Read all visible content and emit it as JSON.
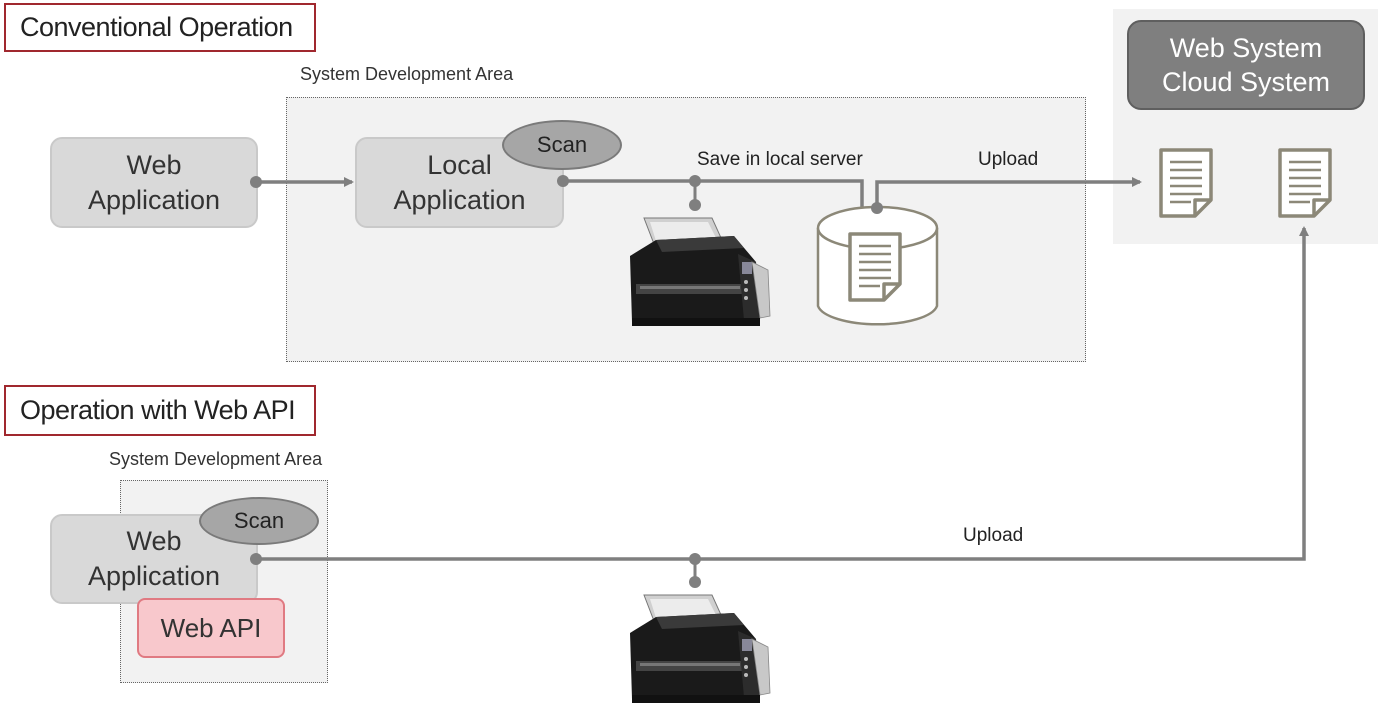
{
  "conventional": {
    "title": "Conventional Operation",
    "area_label": "System Development Area",
    "web_app": [
      "Web",
      "Application"
    ],
    "local_app": [
      "Local",
      "Application"
    ],
    "scan_label": "Scan",
    "save_label": "Save in local server",
    "upload_label": "Upload"
  },
  "webapi_section": {
    "title": "Operation with Web API",
    "area_label": "System Development Area",
    "web_app": [
      "Web",
      "Application"
    ],
    "scan_label": "Scan",
    "webapi_label": "Web API",
    "upload_label": "Upload"
  },
  "cloud": {
    "title": [
      "Web System",
      "Cloud System"
    ]
  },
  "icons": {
    "scanner": "scanner-icon",
    "document": "document-icon",
    "server": "database-server-icon"
  },
  "colors": {
    "title_border": "#a0282e",
    "arrow": "#7f7f7f",
    "web_api_fill": "#f8c8cc",
    "web_api_border": "#e07a82",
    "cloud_title_fill": "#7f7f7f",
    "document_stroke": "#8c8878"
  }
}
